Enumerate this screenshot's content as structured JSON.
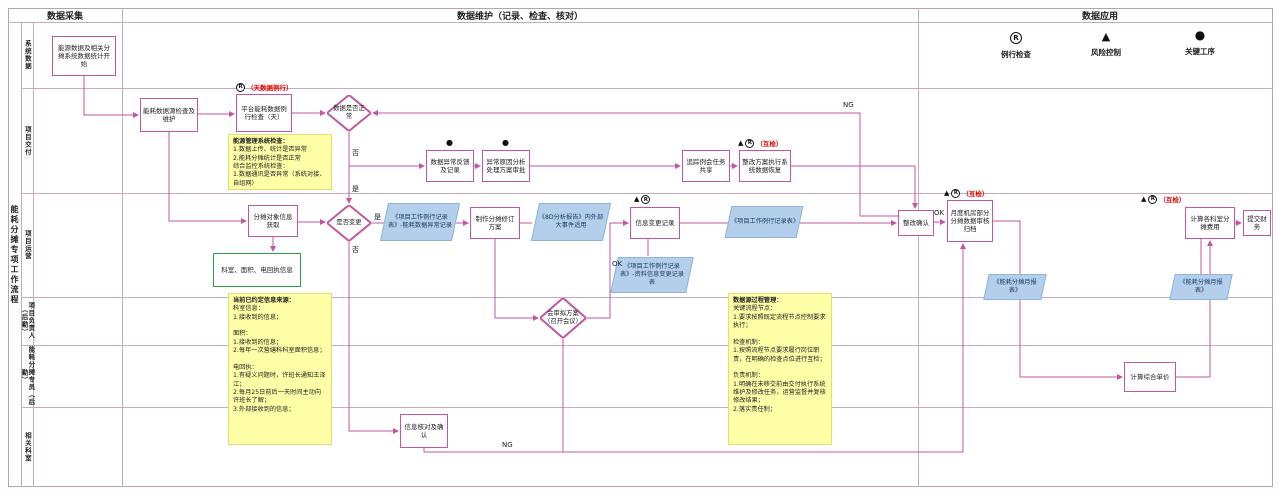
{
  "frame": {
    "title": "能耗分摊专项工作流程",
    "phases": [
      "数据采集",
      "数据维护（记录、检查、核对）",
      "数据应用"
    ],
    "lanes": [
      "系统数据",
      "项目交付",
      "项目运营",
      "项目负责人（后勤）",
      "能耗分摊专员（后勤）",
      "相关科室"
    ]
  },
  "legend": {
    "routine": {
      "symbol": "R",
      "label": "例行检查"
    },
    "risk": {
      "symbol": "▲",
      "label": "风险控制"
    },
    "key": {
      "symbol": "●",
      "label": "关键工序"
    }
  },
  "tags": {
    "day_routine": "（天数据例行）",
    "mutual_check": "（互检）"
  },
  "branch": {
    "yes": "是",
    "no": "否",
    "ok": "OK",
    "ng": "NG"
  },
  "nodes": {
    "start": "能源数据及相关分摊系统数据统计开始",
    "source_check": "能耗数据源检查及维护",
    "platform_check": "平台能耗数据例行检查（天）",
    "decision_data_ok": "数据是否正常",
    "abnormal_record": "数据异常反馈及记录",
    "cause_analysis": "异常原因分析处理方案审批",
    "meeting_share": "追踪例会任务共享",
    "fix_execute": "整改方案执行系统数据恢复",
    "info_acquire": "分摊对象信息获取",
    "dept_info": "科室、面积、电回执信息",
    "decision_change": "是否变更",
    "make_plan": "制作分摊修订方案",
    "change_record": "信息变更记录",
    "decision_review": "会审拟方案（召开会议）",
    "fix_confirm": "整改确认",
    "monthly_audit": "月度机房部分分摊数据审核归档",
    "calc_price": "计算综合单价",
    "calc_fee": "计算各科室分摊费用",
    "submit_finance": "提交财务",
    "info_confirm": "信息核对及确认"
  },
  "callouts": {
    "c1": "《项目工作例行记录表》-能耗数据异常记录",
    "c2": "《8D分析报告》内外部大事件适用",
    "c3": "《项目工作例行记录表》",
    "c4": "《项目工作例行记录表》-资料信息变更记录表",
    "c5": "《能耗分摊月报表》",
    "c6": "《能耗分摊月报表》"
  },
  "notes": {
    "energy_check": {
      "title": "能源管理系统检查：",
      "body": "1.数据上传、统计是否异常\n2.能耗分摊统计是否正常\n综合监控系统检查：\n1.数据通讯是否异常（系统对接、自组网）"
    },
    "info_sources": {
      "title": "当前已约定信息来源：",
      "body": "科室信息：\n1.接收到的信息；\n\n面积：\n1.接收到的信息；\n2.每年一次营缮科科室面积信息；\n\n电回执：\n1.有疑义问题时，许班长通知王泽江；\n2.每月25日前后一天时间主动向许班长了解；\n3.外部接收到的信息；"
    },
    "process_manage": {
      "title": "数据源过程管理：",
      "body": "关键流程节点：\n1.要求按照既定流程节点控制要求执行；\n\n检查机制：\n1.按照流程节点要求履行岗位职责，在明确的检查点位进行互检；\n\n负责机制：\n1.明确在未移交前由交付执行系统维护及修改任务，运营监督并复核修改结果；\n2.落实责任制；"
    }
  }
}
